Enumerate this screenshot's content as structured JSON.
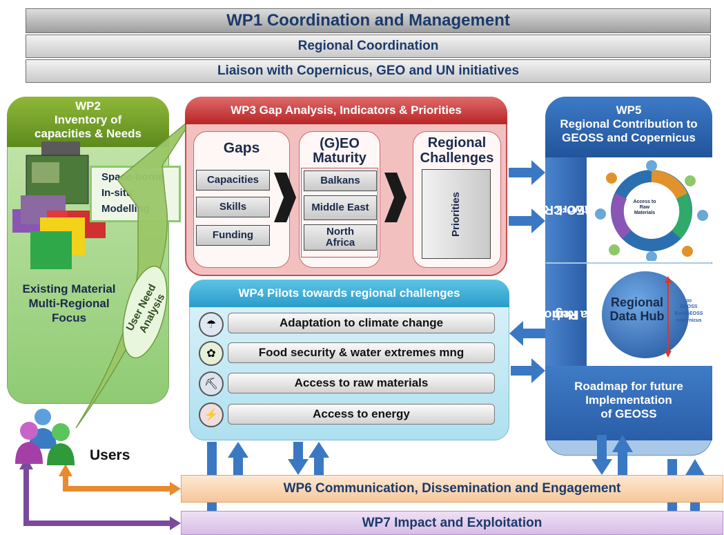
{
  "header": {
    "wp1": "WP1 Coordination and Management",
    "regional": "Regional Coordination",
    "liaison": "Liaison with Copernicus, GEO and UN initiatives"
  },
  "wp2": {
    "title_line1": "WP2",
    "title_line2": "Inventory of",
    "title_line3": "capacities & Needs",
    "sources": [
      "Space-borne",
      "In-situ",
      "Modelling"
    ],
    "material_line1": "Existing Material",
    "material_line2": "Multi-Regional",
    "material_line3": "Focus",
    "user_need_line1": "User Need",
    "user_need_line2": "Analysis"
  },
  "wp3": {
    "title": "WP3 Gap Analysis, Indicators & Priorities",
    "gaps_title": "Gaps",
    "gaps": [
      "Capacities",
      "Skills",
      "Funding"
    ],
    "maturity_line1": "(G)EO",
    "maturity_line2": "Maturity",
    "regions": [
      "Balkans",
      "Middle East",
      "North Africa"
    ],
    "challenges_line1": "Regional",
    "challenges_line2": "Challenges",
    "priorities": "Priorities"
  },
  "wp4": {
    "title": "WP4 Pilots towards regional challenges",
    "pilots": [
      "Adaptation to climate change",
      "Food security & water extremes mng",
      "Access to raw materials",
      "Access to energy"
    ]
  },
  "wp5": {
    "title_line1": "WP5",
    "title_line2": "Regional Contribution to",
    "title_line3": "GEOSS and Copernicus",
    "network_line1": "GEO-CRADLE",
    "network_line2": "Network",
    "hub_side_line1": "Regional",
    "hub_side_line2": "Data Hub",
    "hub_center_line1": "Regional",
    "hub_center_line2": "Data Hub",
    "hub_logo_1": "GEOSS",
    "hub_logo_2": "EuroGEOSS",
    "hub_logo_3": "copernicus",
    "network_center_1": "Access to",
    "network_center_2": "Raw Materials",
    "roadmap_line1": "Roadmap for future",
    "roadmap_line2": "Implementation",
    "roadmap_line3": "of GEOSS"
  },
  "users": "Users",
  "wp6": "WP6 Communication, Dissemination and Engagement",
  "wp7": "WP7 Impact and Exploitation",
  "colors": {
    "wp2": "#6b9a2a",
    "wp3": "#c53a3a",
    "wp4": "#3aaad6",
    "wp5": "#2b5ea8",
    "wp6_arrow": "#e98a2f",
    "wp7_arrow": "#7a4a9c",
    "flow_arrow": "#3b78c4"
  }
}
